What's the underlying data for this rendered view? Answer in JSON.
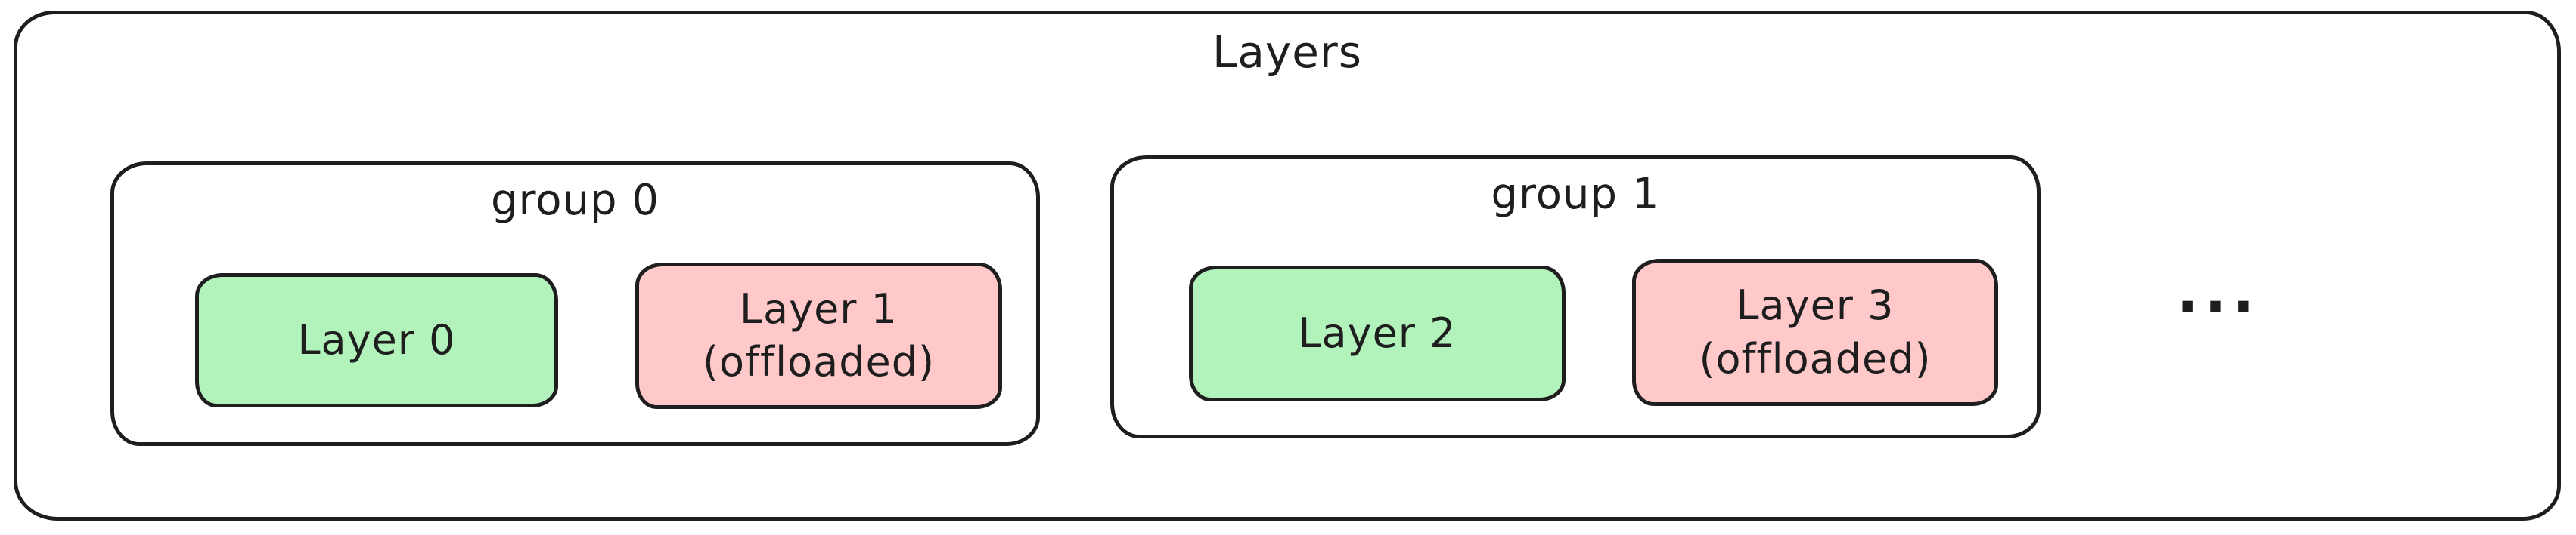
{
  "diagram": {
    "title": "Layers",
    "ellipsis": "...",
    "colors": {
      "layer_resident_fill": "#b2f2bb",
      "layer_offloaded_fill": "#ffc9c9",
      "stroke": "#1e1e1e",
      "background": "#ffffff"
    },
    "groups": [
      {
        "title": "group 0",
        "layers": [
          {
            "label_line1": "Layer 0",
            "label_line2": "",
            "state": "resident"
          },
          {
            "label_line1": "Layer 1",
            "label_line2": "(offloaded)",
            "state": "offloaded"
          }
        ]
      },
      {
        "title": "group 1",
        "layers": [
          {
            "label_line1": "Layer 2",
            "label_line2": "",
            "state": "resident"
          },
          {
            "label_line1": "Layer 3",
            "label_line2": "(offloaded)",
            "state": "offloaded"
          }
        ]
      }
    ]
  }
}
